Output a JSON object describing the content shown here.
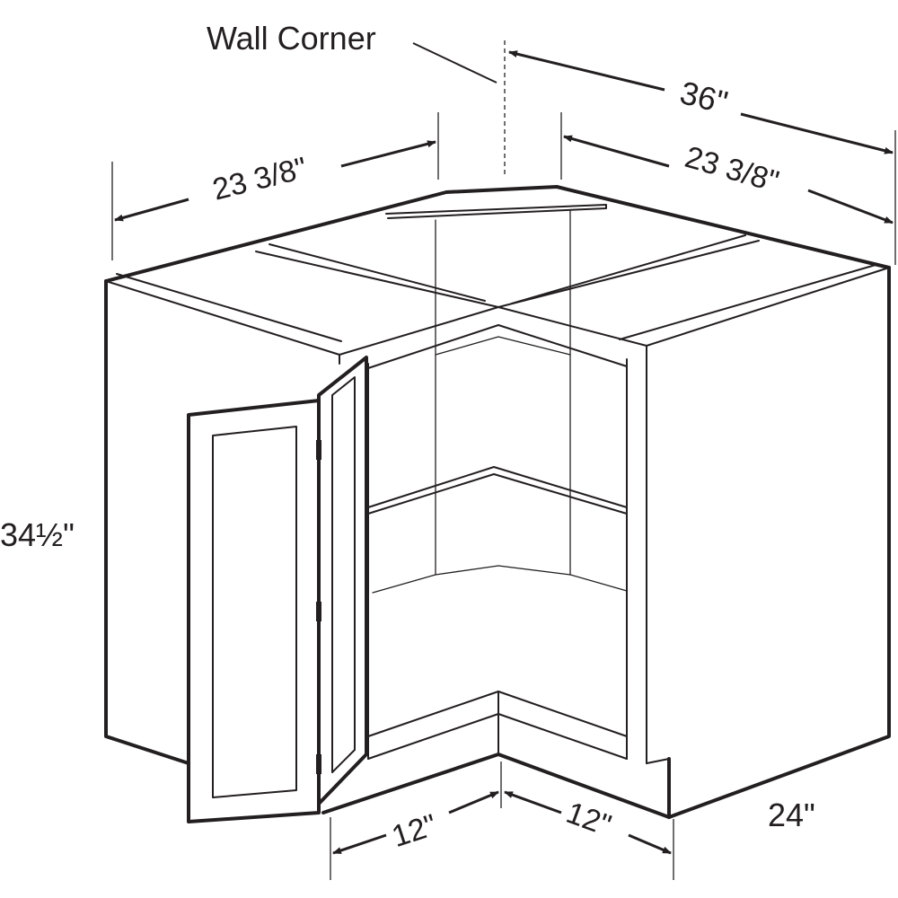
{
  "title": "Corner base cabinet dimensions",
  "labels": {
    "wall_corner": "Wall Corner",
    "overall_width": "36\"",
    "left_depth": "23 3/8\"",
    "right_depth": "23 3/8\"",
    "height": "34½\"",
    "left_opening": "12\"",
    "right_opening": "12\"",
    "depth": "24\""
  },
  "colors": {
    "line": "#231f20",
    "background": "#ffffff"
  }
}
